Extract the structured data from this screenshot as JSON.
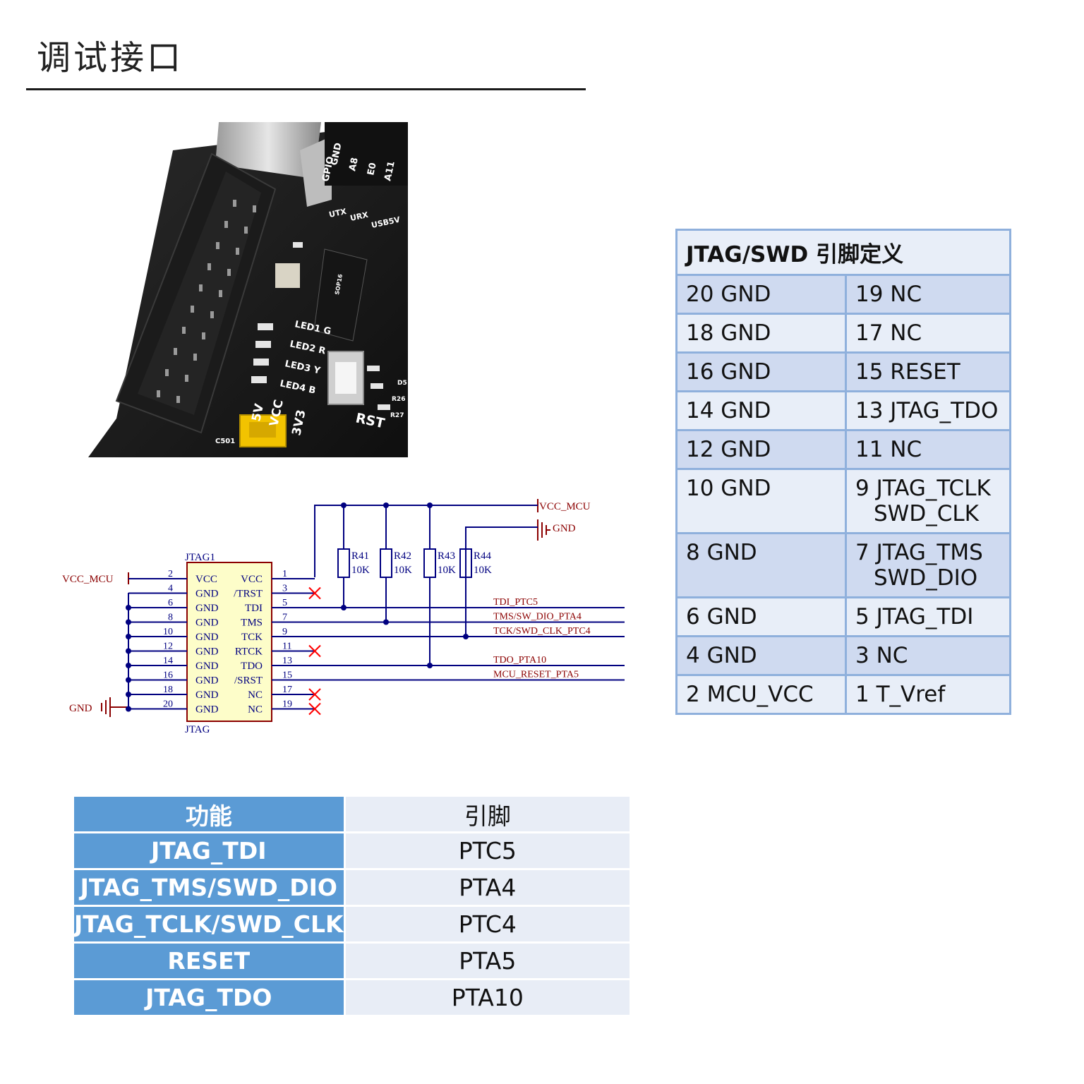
{
  "page": {
    "title": "调试接口"
  },
  "pcb": {
    "silkscreen": {
      "top_pins": [
        "GND",
        "GPIO",
        "A8",
        "E0",
        "A11"
      ],
      "uart": [
        "UTX",
        "URX",
        "USB5V"
      ],
      "leds": [
        "LED1 G",
        "LED2 R",
        "LED3 Y",
        "LED4 B"
      ],
      "power": [
        "5V",
        "VCC",
        "3V3"
      ],
      "reset": "RST",
      "parts": [
        "C501",
        "R26",
        "R27",
        "D5",
        "SOP16"
      ]
    }
  },
  "schematic": {
    "ref": "JTAG1",
    "part": "JTAG",
    "vcc_label": "VCC_MCU",
    "gnd_label": "GND",
    "left_pins": [
      {
        "num": "2",
        "name": "VCC"
      },
      {
        "num": "4",
        "name": "GND"
      },
      {
        "num": "6",
        "name": "GND"
      },
      {
        "num": "8",
        "name": "GND"
      },
      {
        "num": "10",
        "name": "GND"
      },
      {
        "num": "12",
        "name": "GND"
      },
      {
        "num": "14",
        "name": "GND"
      },
      {
        "num": "16",
        "name": "GND"
      },
      {
        "num": "18",
        "name": "GND"
      },
      {
        "num": "20",
        "name": "GND"
      }
    ],
    "right_pins": [
      {
        "num": "1",
        "name": "VCC"
      },
      {
        "num": "3",
        "name": "/TRST"
      },
      {
        "num": "5",
        "name": "TDI"
      },
      {
        "num": "7",
        "name": "TMS"
      },
      {
        "num": "9",
        "name": "TCK"
      },
      {
        "num": "11",
        "name": "RTCK"
      },
      {
        "num": "13",
        "name": "TDO"
      },
      {
        "num": "15",
        "name": "/SRST"
      },
      {
        "num": "17",
        "name": "NC"
      },
      {
        "num": "19",
        "name": "NC"
      }
    ],
    "resistors": [
      {
        "ref": "R41",
        "value": "10K"
      },
      {
        "ref": "R42",
        "value": "10K"
      },
      {
        "ref": "R43",
        "value": "10K"
      },
      {
        "ref": "R44",
        "value": "10K"
      }
    ],
    "nets": [
      "TDI_PTC5",
      "TMS/SW_DIO_PTA4",
      "TCK/SWD_CLK_PTC4",
      "TDO_PTA10",
      "MCU_RESET_PTA5"
    ]
  },
  "pin_table": {
    "header": "JTAG/SWD 引脚定义",
    "rows": [
      {
        "left": "20 GND",
        "right": "19 NC"
      },
      {
        "left": "18 GND",
        "right": "17 NC"
      },
      {
        "left": "16 GND",
        "right": "15 RESET"
      },
      {
        "left": "14 GND",
        "right": "13 JTAG_TDO"
      },
      {
        "left": "12 GND",
        "right": "11 NC"
      },
      {
        "left": "10 GND",
        "right": "9 JTAG_TCLK",
        "right2": "SWD_CLK"
      },
      {
        "left": "8 GND",
        "right": "7 JTAG_TMS",
        "right2": "SWD_DIO"
      },
      {
        "left": "6 GND",
        "right": "5 JTAG_TDI"
      },
      {
        "left": "4 GND",
        "right": "3 NC"
      },
      {
        "left": "2 MCU_VCC",
        "right": "1 T_Vref"
      }
    ]
  },
  "func_table": {
    "header": {
      "k": "功能",
      "v": "引脚"
    },
    "rows": [
      {
        "k": "JTAG_TDI",
        "v": "PTC5"
      },
      {
        "k": "JTAG_TMS/SWD_DIO",
        "v": "PTA4"
      },
      {
        "k": "JTAG_TCLK/SWD_CLK",
        "v": "PTC4"
      },
      {
        "k": "RESET",
        "v": "PTA5"
      },
      {
        "k": "JTAG_TDO",
        "v": "PTA10"
      }
    ]
  }
}
